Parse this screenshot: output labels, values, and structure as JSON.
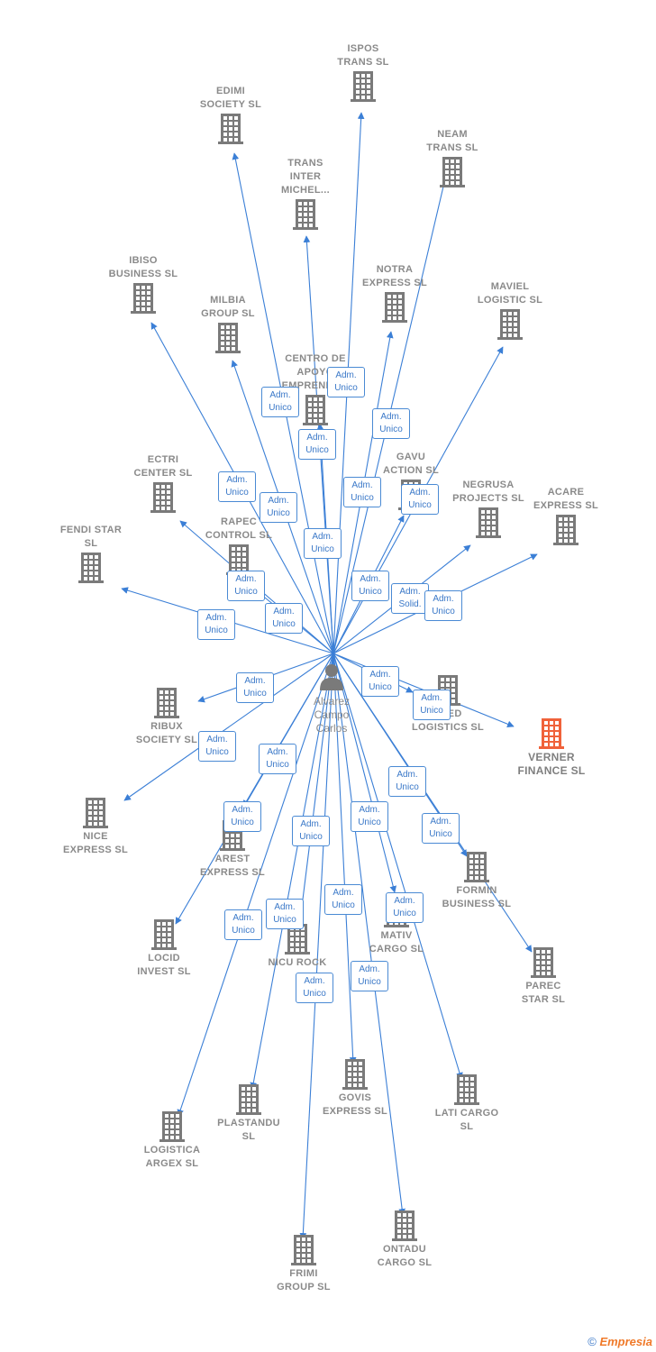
{
  "center": {
    "name": "Alvarez\nCampo\nCarlos"
  },
  "colors": {
    "edge": "#3b7fd6",
    "building": "#7a7a7a",
    "highlight": "#f0623a"
  },
  "companies": [
    {
      "id": "ispos",
      "label": "ISPOS\nTRANS  SL",
      "role": "Adm.\nUnico"
    },
    {
      "id": "edimi",
      "label": "EDIMI\nSOCIETY  SL",
      "role": "Adm.\nUnico"
    },
    {
      "id": "neam",
      "label": "NEAM\nTRANS  SL",
      "role": "Adm.\nUnico"
    },
    {
      "id": "trans",
      "label": "TRANS\nINTER\nMICHEL...",
      "role": "Adm.\nUnico"
    },
    {
      "id": "ibiso",
      "label": "IBISO\nBUSINESS  SL",
      "role": "Adm.\nUnico"
    },
    {
      "id": "notra",
      "label": "NOTRA\nEXPRESS  SL",
      "role": "Adm.\nUnico"
    },
    {
      "id": "maviel",
      "label": "MAVIEL\nLOGISTIC  SL",
      "role": "Adm.\nUnico"
    },
    {
      "id": "milbia",
      "label": "MILBIA\nGROUP  SL",
      "role": "Adm.\nUnico"
    },
    {
      "id": "centro",
      "label": "CENTRO DE\nAPOYO\nEMPRENDE...",
      "role": "Adm.\nUnico"
    },
    {
      "id": "gavu",
      "label": "GAVU\nACTION  SL",
      "role": "Adm.\nUnico"
    },
    {
      "id": "ectri",
      "label": "ECTRI\nCENTER  SL",
      "role": "Adm.\nUnico"
    },
    {
      "id": "negrusa",
      "label": "NEGRUSA\nPROJECTS  SL",
      "role": "Adm.\nSolid."
    },
    {
      "id": "acare",
      "label": "ACARE\nEXPRESS  SL",
      "role": "Adm.\nUnico"
    },
    {
      "id": "rapec",
      "label": "RAPEC\nCONTROL  SL",
      "role": "Adm.\nUnico"
    },
    {
      "id": "fendi",
      "label": "FENDI STAR\nSL",
      "role": "Adm.\nUnico"
    },
    {
      "id": "ribux",
      "label": "RIBUX\nSOCIETY  SL",
      "role": "Adm.\nUnico"
    },
    {
      "id": "fred",
      "label": "FRED\nLOGISTICS  SL",
      "role": "Adm.\nUnico"
    },
    {
      "id": "verner",
      "label": "VERNER\nFINANCE  SL",
      "role": "Adm.\nUnico",
      "highlight": true
    },
    {
      "id": "nice",
      "label": "NICE\nEXPRESS  SL",
      "role": "Adm.\nUnico"
    },
    {
      "id": "arest",
      "label": "AREST\nEXPRESS  SL",
      "role": "Adm.\nUnico"
    },
    {
      "id": "formin",
      "label": "FORMIN\nBUSINESS  SL",
      "role": "Adm.\nUnico"
    },
    {
      "id": "locid",
      "label": "LOCID\nINVEST  SL",
      "role": "Adm.\nUnico"
    },
    {
      "id": "nicu",
      "label": "NICU ROCK",
      "role": "Adm.\nUnico"
    },
    {
      "id": "mativ",
      "label": "MATIV\nCARGO  SL",
      "role": "Adm.\nUnico"
    },
    {
      "id": "parec",
      "label": "PAREC\nSTAR  SL",
      "role": "Adm.\nUnico"
    },
    {
      "id": "logistica",
      "label": "LOGISTICA\nARGEX  SL",
      "role": "Adm.\nUnico"
    },
    {
      "id": "plastandu",
      "label": "PLASTANDU\nSL",
      "role": "Adm.\nUnico"
    },
    {
      "id": "govis",
      "label": "GOVIS\nEXPRESS  SL",
      "role": "Adm.\nUnico"
    },
    {
      "id": "laticargo",
      "label": "LATI CARGO\nSL",
      "role": "Adm.\nUnico"
    },
    {
      "id": "ontadu",
      "label": "ONTADU\nCARGO  SL",
      "role": "Adm.\nUnico"
    },
    {
      "id": "frimi",
      "label": "FRIMI\nGROUP  SL",
      "role": "Adm.\nUnico"
    }
  ],
  "footer": {
    "copyright": "©",
    "brand": "Empresia"
  }
}
